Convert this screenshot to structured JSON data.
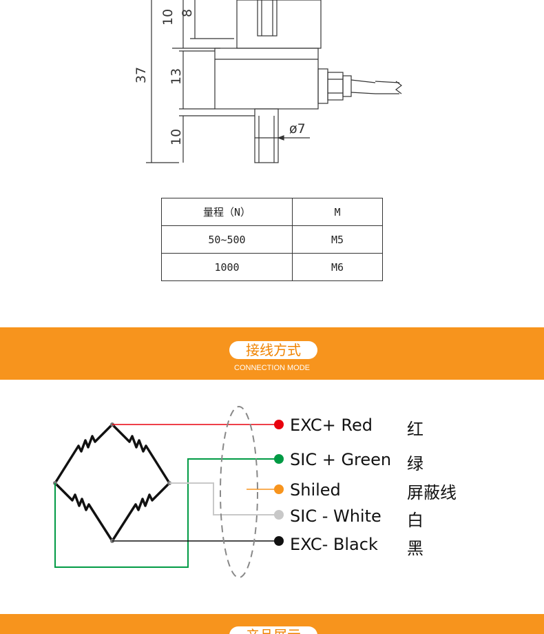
{
  "drawing": {
    "dims": {
      "d37": "37",
      "d10a": "10",
      "d8": "8",
      "d13": "13",
      "d10b": "10",
      "d7": "ø7"
    }
  },
  "table": {
    "header": [
      "量程（N）",
      "M"
    ],
    "rows": [
      [
        "50~500",
        "M5"
      ],
      [
        "1000",
        "M6"
      ]
    ]
  },
  "section1": {
    "title": "接线方式",
    "subtitle": "CONNECTION MODE"
  },
  "wiring": {
    "wires": [
      {
        "label": "EXC+ Red",
        "cn": "红",
        "color": "#e8000d"
      },
      {
        "label": "SIC + Green",
        "cn": "绿",
        "color": "#009a44"
      },
      {
        "label": "Shiled",
        "cn": "屏蔽线",
        "color": "#f7941d"
      },
      {
        "label": "SIC -  White",
        "cn": "白",
        "color": "#c8c8c8"
      },
      {
        "label": "EXC- Black",
        "cn": "黑",
        "color": "#111111"
      }
    ]
  },
  "section2": {
    "title": "产品展示"
  }
}
